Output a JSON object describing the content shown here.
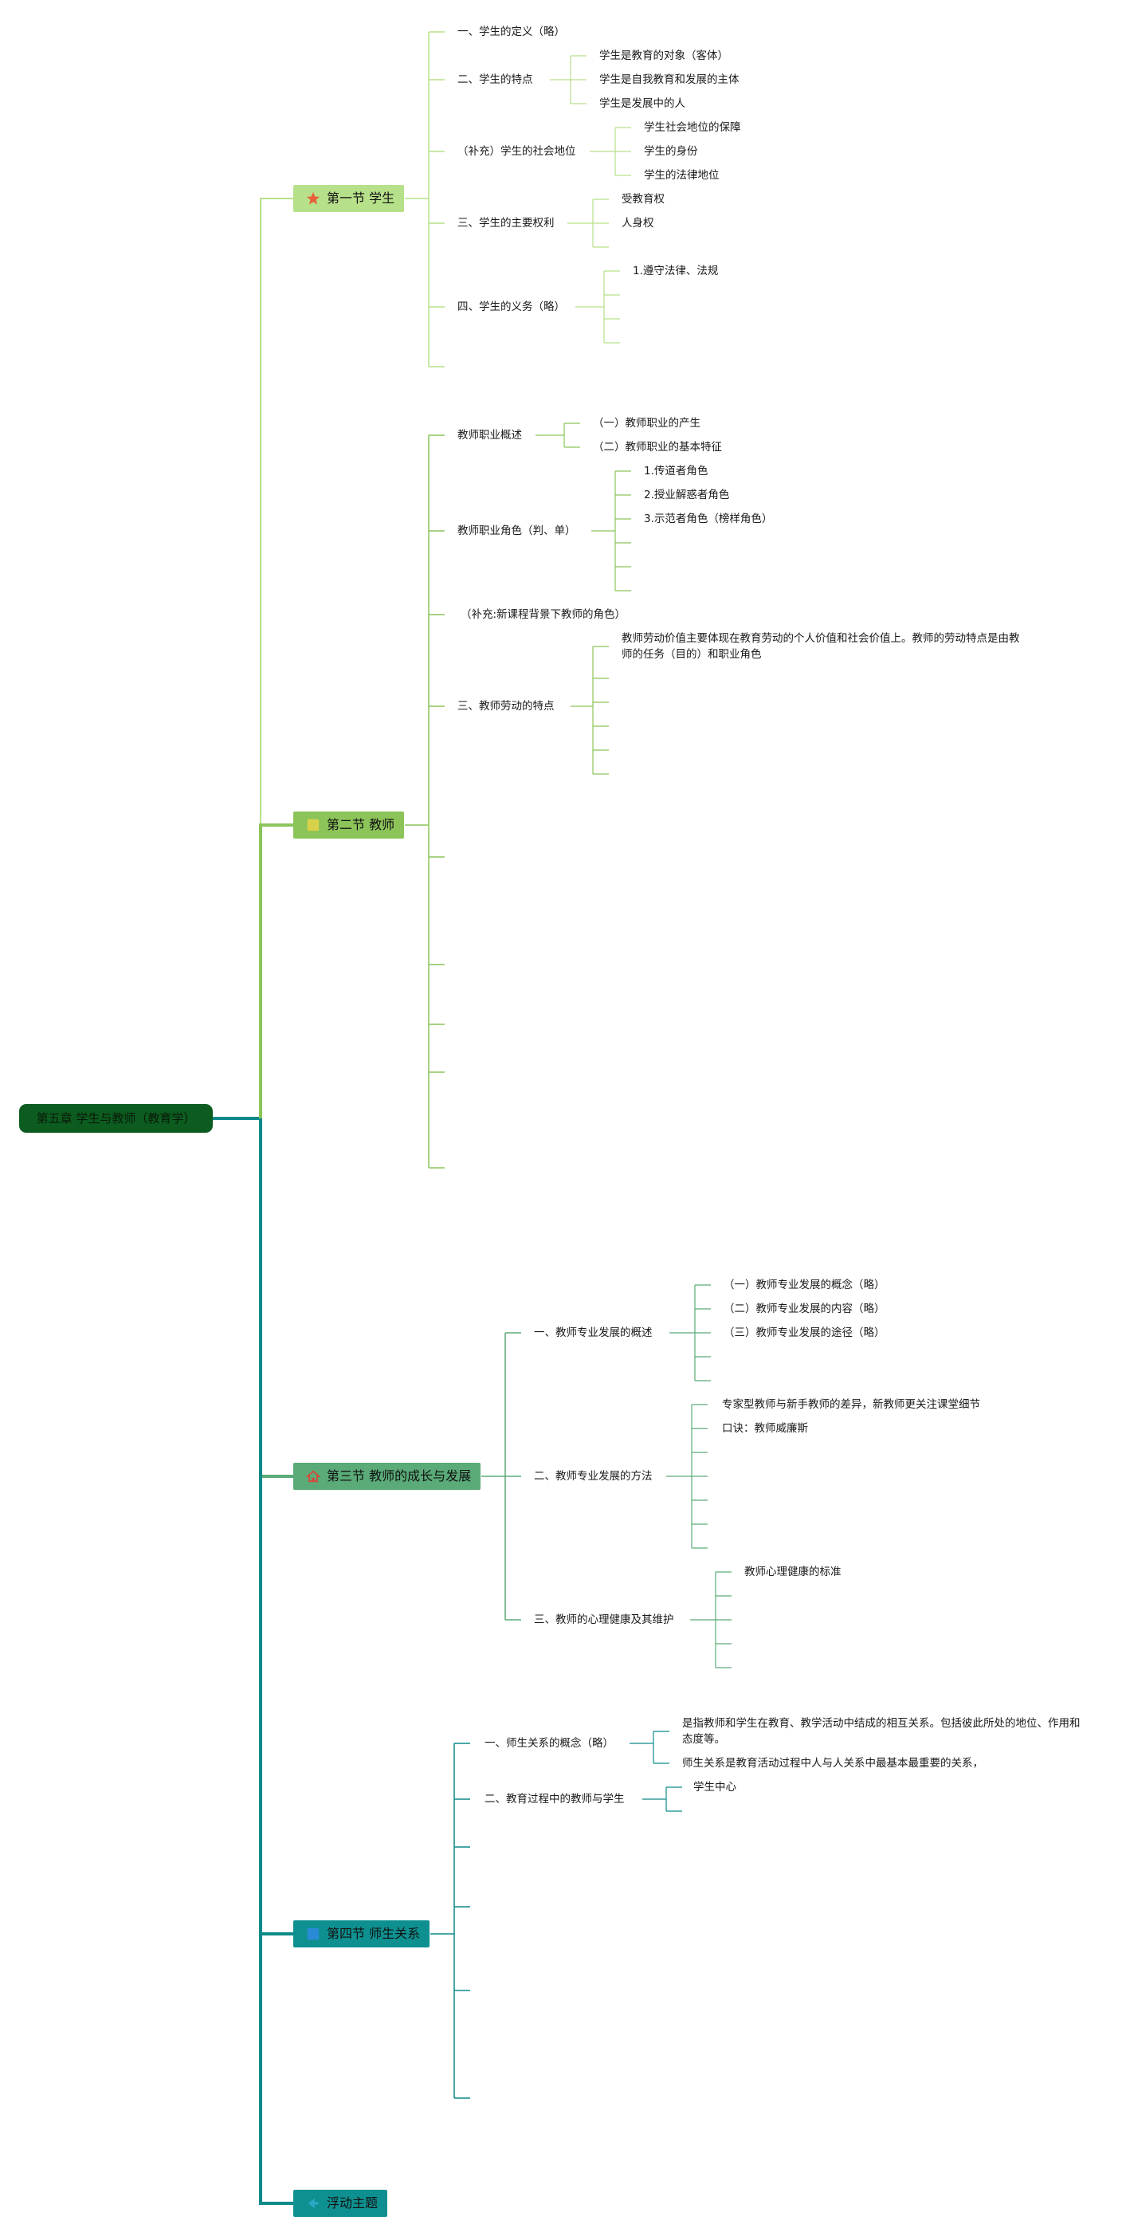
{
  "root": {
    "label": "第五章 学生与教师（教育学）"
  },
  "colors": {
    "root": "#0c5c1f",
    "sec1": "#b7e08a",
    "sec2": "#8cc45a",
    "sec3": "#5aab78",
    "sec4": "#0f9090",
    "sec5": "#0f9090",
    "line1": "#b7e08a",
    "line2": "#8cc45a",
    "line3": "#5aab78",
    "line4": "#0f8a8a"
  },
  "sections": [
    {
      "label": "第一节 学生",
      "icon": "star-icon",
      "items": [
        {
          "label": "一、学生的定义（略）",
          "children": []
        },
        {
          "label": "二、学生的特点",
          "children": [
            "学生是教育的对象（客体）",
            "学生是自我教育和发展的主体",
            "学生是发展中的人"
          ]
        },
        {
          "label": "（补充）学生的社会地位",
          "children": [
            "学生社会地位的保障",
            "学生的身份",
            "学生的法律地位"
          ]
        },
        {
          "label": "三、学生的主要权利",
          "children": [
            "受教育权",
            "人身权",
            ""
          ]
        },
        {
          "label": "四、学生的义务（略）",
          "children": [
            "1.遵守法律、法规",
            "",
            "",
            ""
          ]
        }
      ]
    },
    {
      "label": "第二节 教师",
      "icon": "flag-icon",
      "items": [
        {
          "label": "教师职业概述",
          "children": [
            "（一）教师职业的产生",
            "（二）教师职业的基本特征"
          ]
        },
        {
          "label": "教师职业角色（判、单）",
          "children": [
            "1.传道者角色",
            "2.授业解惑者角色",
            "3.示范者角色（榜样角色）",
            "",
            "",
            ""
          ]
        },
        {
          "label": "（补充:新课程背景下教师的角色）",
          "children": []
        },
        {
          "label": "三、教师劳动的特点",
          "children": [
            "教师劳动价值主要体现在教育劳动的个人价值和社会价值上。教师的劳动特点是由教师的任务（目的）和职业角色",
            "",
            "",
            "",
            "",
            ""
          ]
        }
      ]
    },
    {
      "label": "第三节 教师的成长与发展",
      "icon": "home-icon",
      "items": [
        {
          "label": "一、教师专业发展的概述",
          "children": [
            "（一）教师专业发展的概念（略）",
            "（二）教师专业发展的内容（略）",
            "（三）教师专业发展的途径（略）",
            "",
            ""
          ]
        },
        {
          "label": "二、教师专业发展的方法",
          "children": [
            "专家型教师与新手教师的差异，新教师更关注课堂细节",
            "口诀：教师威廉斯",
            "",
            "",
            "",
            "",
            ""
          ]
        },
        {
          "label": "三、教师的心理健康及其维护",
          "children": [
            "教师心理健康的标准",
            "",
            "",
            "",
            ""
          ]
        }
      ]
    },
    {
      "label": "第四节 师生关系",
      "icon": "square-icon",
      "items": [
        {
          "label": "一、师生关系的概念（略）",
          "children": [
            "是指教师和学生在教育、教学活动中结成的相互关系。包括彼此所处的地位、作用和态度等。",
            "师生关系是教育活动过程中人与人关系中最基本最重要的关系，"
          ]
        },
        {
          "label": "二、教育过程中的教师与学生",
          "children": [
            "学生中心"
          ]
        }
      ]
    },
    {
      "label": "浮动主题",
      "icon": "arrow-left-icon",
      "items": []
    }
  ]
}
